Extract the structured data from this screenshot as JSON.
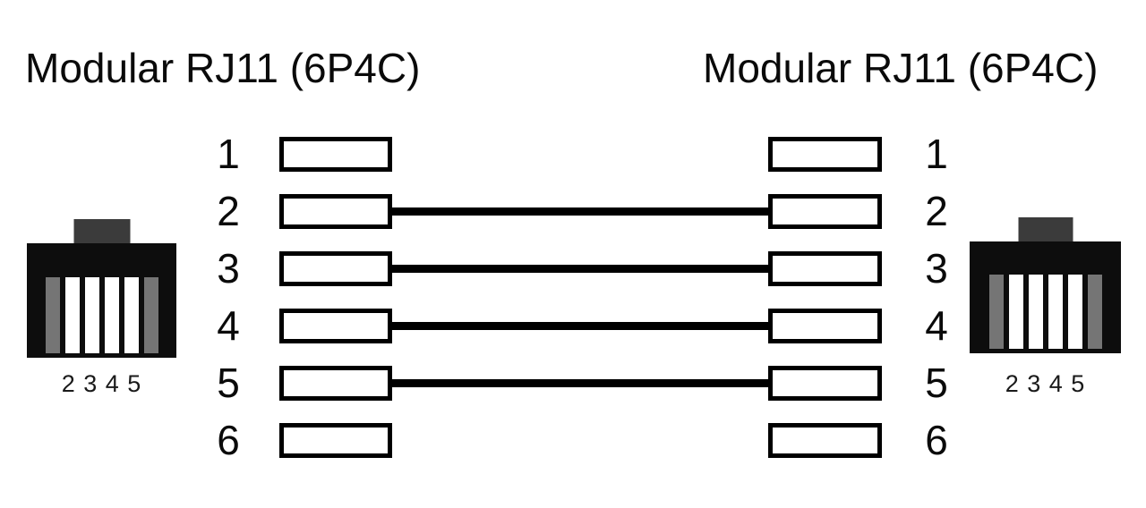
{
  "titles": {
    "left": "Modular RJ11 (6P4C)",
    "right": "Modular RJ11 (6P4C)"
  },
  "connectors": {
    "left": {
      "label": "2 3 4 5"
    },
    "right": {
      "label": "2 3 4 5"
    }
  },
  "pins": {
    "left": [
      "1",
      "2",
      "3",
      "4",
      "5",
      "6"
    ],
    "right": [
      "1",
      "2",
      "3",
      "4",
      "5",
      "6"
    ]
  },
  "wiring": {
    "connections": [
      {
        "from": 2,
        "to": 2
      },
      {
        "from": 3,
        "to": 3
      },
      {
        "from": 4,
        "to": 4
      },
      {
        "from": 5,
        "to": 5
      }
    ],
    "unconnected_pins": [
      1,
      6
    ]
  },
  "colors": {
    "background": "#ffffff",
    "wire": "#000000",
    "box_border": "#000000",
    "box_fill": "#ffffff",
    "plug_body": "#0d0d0d",
    "plug_tab": "#3b3b3b",
    "slot_gray": "#757575",
    "slot_white": "#ffffff",
    "text": "#0a0a0a"
  }
}
